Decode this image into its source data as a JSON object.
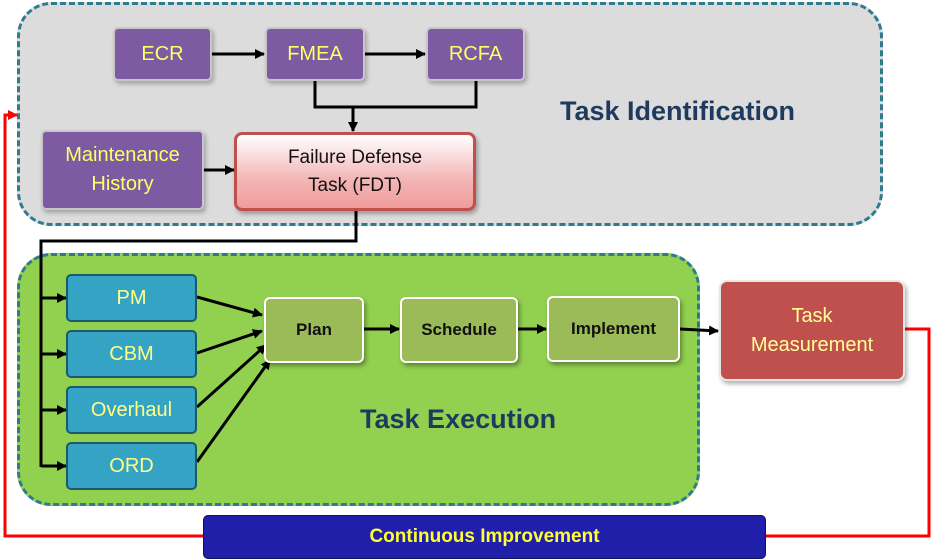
{
  "sections": {
    "identification": "Task Identification",
    "execution": "Task Execution"
  },
  "nodes": {
    "ecr": "ECR",
    "fmea": "FMEA",
    "rcfa": "RCFA",
    "maintenance_history": "Maintenance\nHistory",
    "fdt": "Failure Defense\n Task (FDT)",
    "pm": "PM",
    "cbm": "CBM",
    "overhaul": "Overhaul",
    "ord": "ORD",
    "plan": "Plan",
    "schedule": "Schedule",
    "implement": "Implement",
    "task_measurement": "Task\nMeasurement",
    "continuous_improvement": "Continuous Improvement"
  },
  "colors": {
    "identification_bg": "#dcdcdc",
    "execution_bg": "#92d050",
    "region_border": "#2e7b8f",
    "purple": "#7e5aa2",
    "teal": "#35a4c4",
    "olive": "#9bbb59",
    "measurement": "#c0504d",
    "continuous_improvement": "#1f1faa",
    "feedback_line": "#ff0000"
  }
}
